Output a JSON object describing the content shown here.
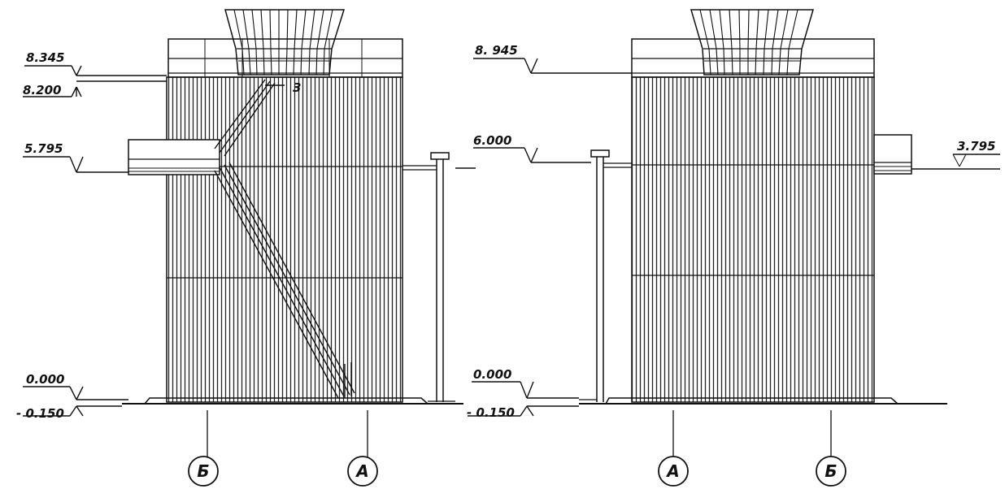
{
  "left_elevation": {
    "levels": {
      "l8345": "8.345",
      "l8200": "8.200",
      "l5795": "5.795",
      "l0000": "0.000",
      "lm0150": "- 0.150"
    },
    "stair_label": "3",
    "axes": [
      "Б",
      "А"
    ]
  },
  "right_elevation": {
    "levels": {
      "l8945": "8. 945",
      "l6000": "6.000",
      "l3795": "3.795",
      "l0000": "0.000",
      "lm0150": "- 0.150"
    },
    "axes": [
      "А",
      "Б"
    ]
  }
}
